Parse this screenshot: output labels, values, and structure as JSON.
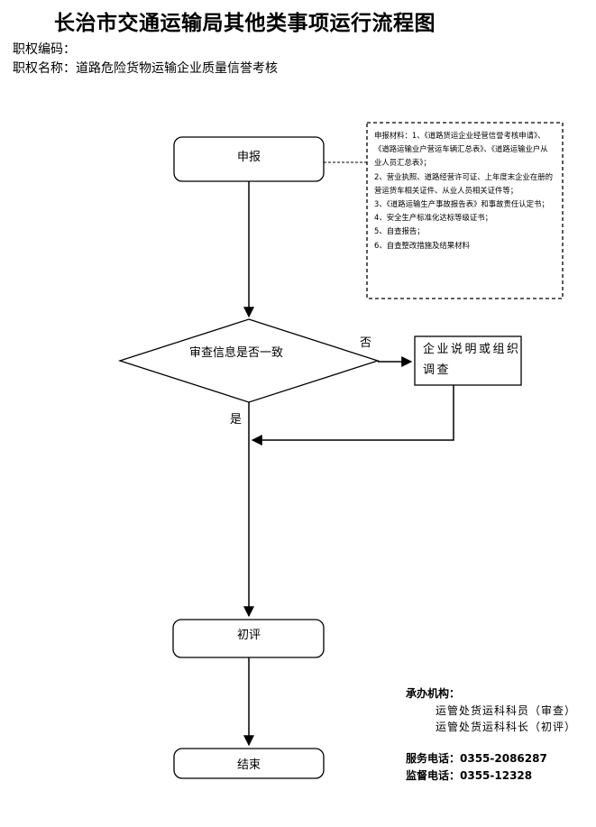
{
  "title": "长治市交通运输局其他类事项运行流程图",
  "code_label": "职权编码：",
  "name_label": "职权名称：",
  "name_value": "道路危险货物运输企业质量信誉考核",
  "nodes": {
    "declare": "申报",
    "review": "审查信息是否一致",
    "explain": "企业说明或组织调查",
    "prelim": "初评",
    "end": "结束"
  },
  "branch": {
    "no": "否",
    "yes": "是"
  },
  "materials": [
    "申报材料：1、《道路货运企业经营信誉考核申请》、《道路运输业户营运车辆汇总表》、《道路运输业户从业人员汇总表》；",
    "2、营业执照、道路经营许可证、上年度末企业在册的营运货车相关证件、从业人员相关证件等；",
    "3、《道路运输生产事故报告表》和事故责任认定书；",
    "4、安全生产标准化达标等级证书；",
    "5、自查报告；",
    "6、自查整改措施及结果材料"
  ],
  "contact": {
    "org_label": "承办机构：",
    "org_lines": [
      "运管处货运科科员（审查）",
      "运管处货运科科长（初评）"
    ],
    "service": "服务电话：0355-2086287",
    "supervise": "监督电话：0355-12328"
  }
}
